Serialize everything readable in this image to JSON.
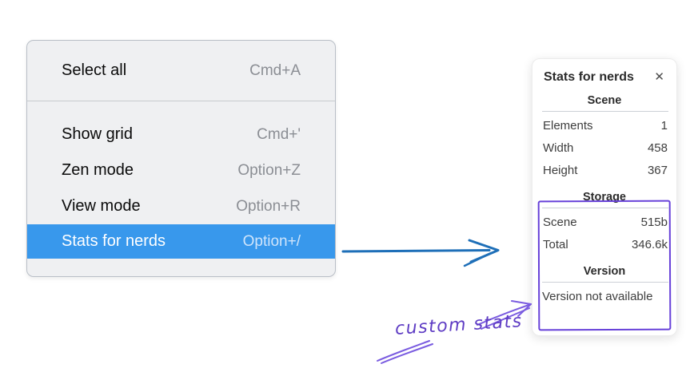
{
  "menu": {
    "groups": [
      {
        "items": [
          {
            "label": "Select all",
            "shortcut": "Cmd+A",
            "selected": false
          }
        ]
      },
      {
        "items": [
          {
            "label": "Show grid",
            "shortcut": "Cmd+'",
            "selected": false
          },
          {
            "label": "Zen mode",
            "shortcut": "Option+Z",
            "selected": false
          },
          {
            "label": "View mode",
            "shortcut": "Option+R",
            "selected": false
          },
          {
            "label": "Stats for nerds",
            "shortcut": "Option+/",
            "selected": true
          }
        ]
      }
    ],
    "colors": {
      "background": "#eff0f2",
      "border": "#b9bfc7",
      "divider": "#c7cace",
      "label": "#0a0a0a",
      "shortcut": "#8b8e94",
      "highlight_bg": "#3898ec",
      "highlight_label": "#ffffff",
      "highlight_shortcut": "#cfe5fb"
    }
  },
  "panel": {
    "title": "Stats for nerds",
    "close_icon": "✕",
    "sections": [
      {
        "heading": "Scene",
        "rows": [
          {
            "label": "Elements",
            "value": "1"
          },
          {
            "label": "Width",
            "value": "458"
          },
          {
            "label": "Height",
            "value": "367"
          }
        ],
        "note": ""
      },
      {
        "heading": "Storage",
        "rows": [
          {
            "label": "Scene",
            "value": "515b"
          },
          {
            "label": "Total",
            "value": "346.6k"
          }
        ],
        "note": ""
      },
      {
        "heading": "Version",
        "rows": [],
        "note": "Version not available"
      }
    ],
    "colors": {
      "background": "#ffffff",
      "text": "#3d3d3d",
      "heading": "#2b2b2b",
      "divider": "#ccd0d6"
    }
  },
  "annotations": {
    "label": "custom stats",
    "colors": {
      "arrow_blue": "#1e6fb8",
      "purple_box": "#6741d9",
      "purple_sketch": "#7a5ce0",
      "label_color": "#5f3dc4"
    }
  }
}
